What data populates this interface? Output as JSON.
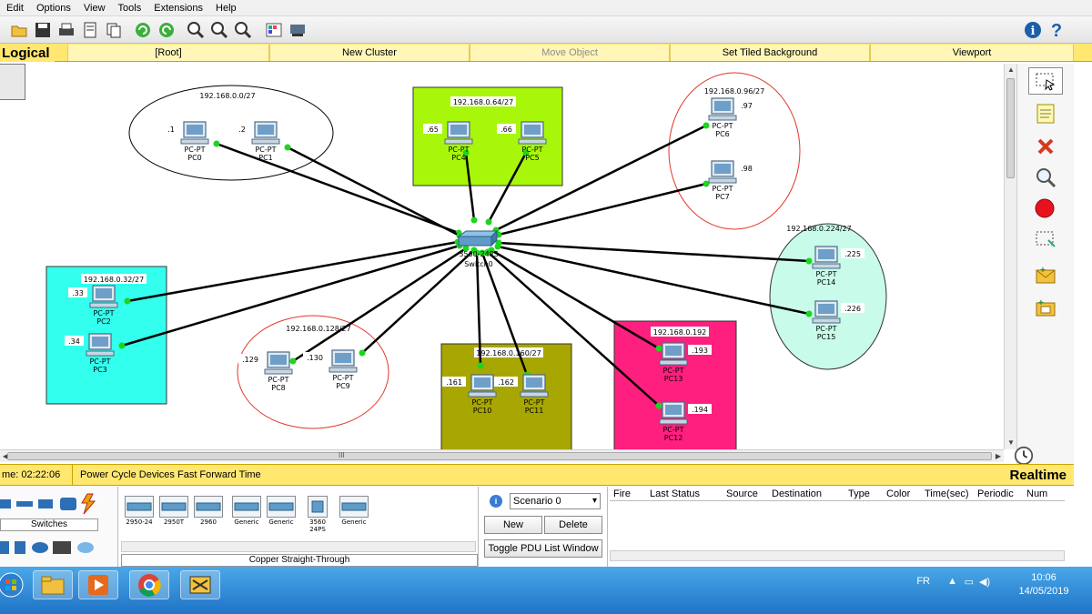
{
  "menu": [
    "Edit",
    "Options",
    "View",
    "Tools",
    "Extensions",
    "Help"
  ],
  "workspace": {
    "logical": "Logical",
    "root": "[Root]",
    "new_cluster": "New Cluster",
    "move_object": "Move Object",
    "set_tiled_background": "Set Tiled Background",
    "viewport": "Viewport"
  },
  "topology": {
    "switch_model": "3560-24PS",
    "switch_name": "Switch0",
    "networks": [
      {
        "label": "192.168.0.0/27",
        "shape": "ellipse",
        "fill": "#ffffff",
        "stroke": "#000000"
      },
      {
        "label": "192.168.0.64/27",
        "shape": "rect",
        "fill": "#a8f70a",
        "stroke": "#333333"
      },
      {
        "label": "192.168.0.96/27",
        "shape": "ellipse",
        "fill": "#ffffff",
        "stroke": "#e2352a"
      },
      {
        "label": "192.168.0.224/27",
        "shape": "ellipse",
        "fill": "#c8fbea",
        "stroke": "#333333"
      },
      {
        "label": "192.168.0.32/27",
        "shape": "rect",
        "fill": "#33ffee",
        "stroke": "#333333"
      },
      {
        "label": "192.168.0.128/27",
        "shape": "ellipse",
        "fill": "#ffffff",
        "stroke": "#e2352a"
      },
      {
        "label": "192.168.0.160/27",
        "shape": "rect",
        "fill": "#a8a600",
        "stroke": "#333333"
      },
      {
        "label": "192.168.0.192",
        "shape": "rect",
        "fill": "#ff1f7f",
        "stroke": "#333333"
      }
    ],
    "pcs": [
      {
        "name": "PC0",
        "type": "PC-PT",
        "ip": ".1"
      },
      {
        "name": "PC1",
        "type": "PC-PT",
        "ip": ".2"
      },
      {
        "name": "PC4",
        "type": "PC-PT",
        "ip": ".65"
      },
      {
        "name": "PC5",
        "type": "PC-PT",
        "ip": ".66"
      },
      {
        "name": "PC6",
        "type": "PC-PT",
        "ip": ".97"
      },
      {
        "name": "PC7",
        "type": "PC-PT",
        "ip": ".98"
      },
      {
        "name": "PC14",
        "type": "PC-PT",
        "ip": ".225"
      },
      {
        "name": "PC15",
        "type": "PC-PT",
        "ip": ".226"
      },
      {
        "name": "PC2",
        "type": "PC-PT",
        "ip": ".33"
      },
      {
        "name": "PC3",
        "type": "PC-PT",
        "ip": ".34"
      },
      {
        "name": "PC8",
        "type": "PC-PT",
        "ip": ".129"
      },
      {
        "name": "PC9",
        "type": "PC-PT",
        "ip": ".130"
      },
      {
        "name": "PC10",
        "type": "PC-PT",
        "ip": ".161"
      },
      {
        "name": "PC11",
        "type": "PC-PT",
        "ip": ".162"
      },
      {
        "name": "PC13",
        "type": "PC-PT",
        "ip": ".193"
      },
      {
        "name": "PC12",
        "type": "PC-PT",
        "ip": ".194"
      }
    ]
  },
  "scroll_mark": "III",
  "realtime_bar": {
    "time": "me: 02:22:06",
    "power_cycle": "Power Cycle Devices",
    "fast_forward": "Fast Forward Time",
    "mode": "Realtime"
  },
  "device_panel": {
    "category": "Switches",
    "devices": [
      "2950-24",
      "2950T",
      "2960",
      "Generic",
      "Generic",
      "3560 24PS",
      "Generic"
    ],
    "cable": "Copper Straight-Through"
  },
  "scenario": {
    "selected": "Scenario 0",
    "new": "New",
    "delete": "Delete",
    "toggle": "Toggle PDU List Window"
  },
  "pdu_columns": [
    "Fire",
    "Last Status",
    "Source",
    "Destination",
    "Type",
    "Color",
    "Time(sec)",
    "Periodic",
    "Num"
  ],
  "taskbar": {
    "lang": "FR",
    "time": "10:06",
    "date": "14/05/2019"
  }
}
